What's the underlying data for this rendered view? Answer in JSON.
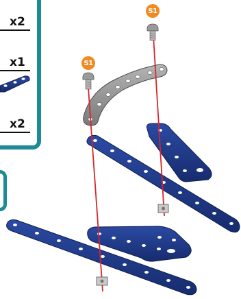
{
  "parts_panel": {
    "quantities": [
      "x2",
      "x1",
      "x2"
    ]
  },
  "step_labels": {
    "screw_left": "S1",
    "screw_right": "S1"
  },
  "colors": {
    "panel_border": "#1e8a94",
    "strip_blue": "#1f3a8a",
    "curved_part_gray": "#8e8e8e",
    "badge_orange": "#f08a24",
    "guide_line_red": "#d8262b"
  }
}
